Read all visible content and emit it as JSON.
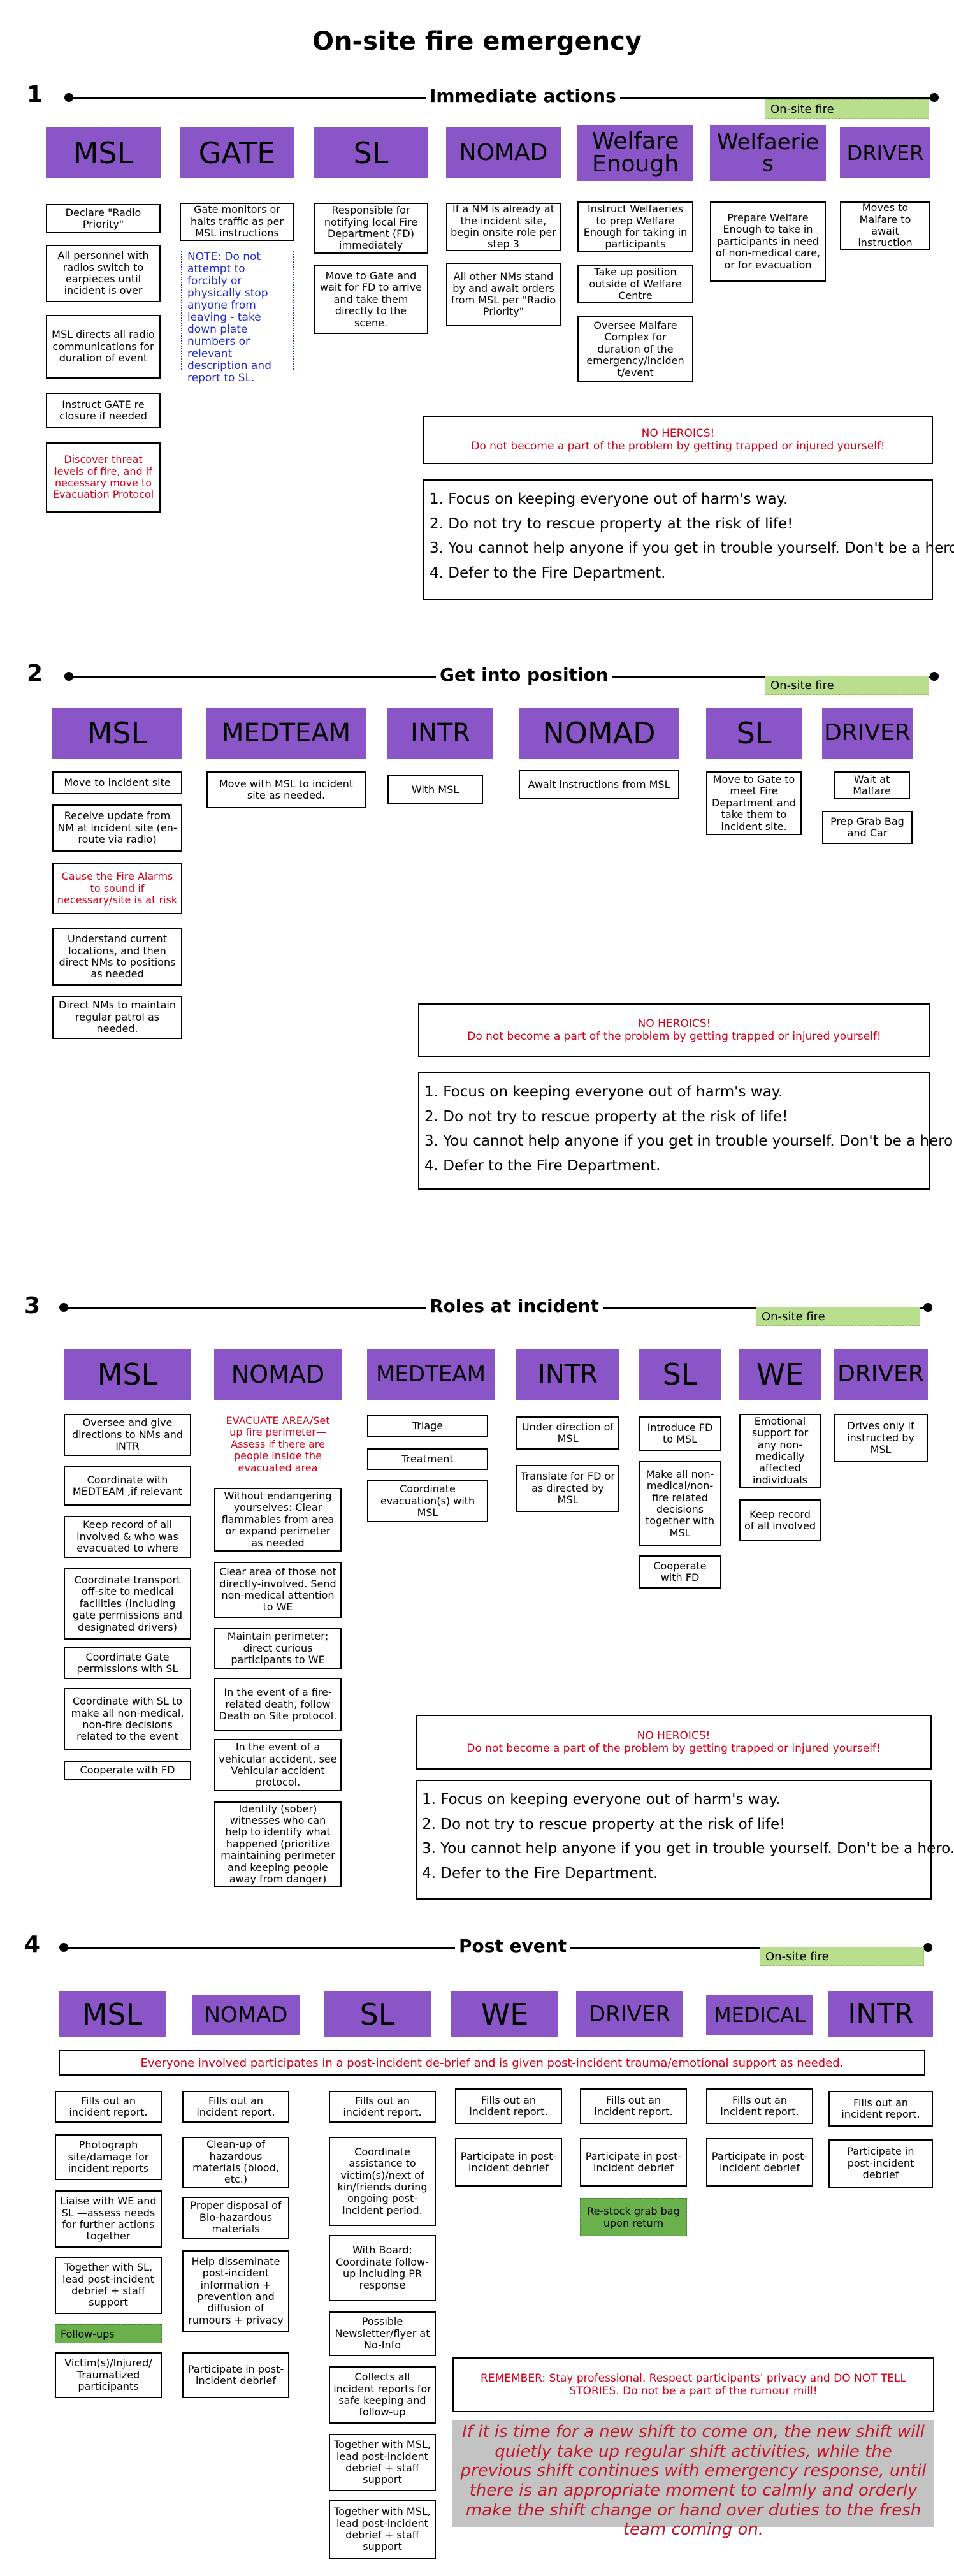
{
  "title": "On-site fire emergency",
  "tag": "On-site fire",
  "warning": {
    "title": "NO HEROICS!",
    "body": "Do not become a part of the problem by getting trapped or injured yourself!"
  },
  "rules": [
    "1. Focus on keeping everyone out of harm's way.",
    "2. Do not try to rescue property at the risk of life!",
    "3. You cannot help anyone if you get in trouble yourself. Don't be a hero.",
    "4. Defer to the Fire Department."
  ],
  "colors": {
    "role": "#8a55c6",
    "tag": "#b9df8e",
    "alert_text": "#d0021b",
    "note_text": "#1f2bd0",
    "greenbox": "#6ab04c",
    "shift_bg": "#c3c3c3"
  },
  "s1": {
    "num": "1",
    "heading": "Immediate actions",
    "roles": [
      "MSL",
      "GATE",
      "SL",
      "NOMAD",
      "Welfare Enough",
      "Welfaerie s",
      "DRIVER"
    ],
    "msl": [
      "Declare \"Radio Priority\"",
      "All personnel with radios switch to earpieces until incident is over",
      "MSL directs all radio communications for duration of event",
      "Instruct GATE re closure if needed",
      "Discover threat levels of fire, and if necessary move to Evacuation Protocol"
    ],
    "gate": [
      "Gate monitors or halts traffic as per MSL instructions"
    ],
    "gate_note": "NOTE: Do not attempt to forcibly or physically stop anyone from leaving - take down plate numbers or relevant description and report to SL.",
    "sl": [
      "Responsible for notifying local Fire Department (FD) immediately",
      "Move to Gate and wait for FD to arrive and take them directly to the scene."
    ],
    "nomad": [
      "If a NM is already at the incident site, begin onsite role per step 3",
      "All other NMs stand by and await orders from MSL per \"Radio Priority\""
    ],
    "welfare": [
      "Instruct Welfaeries to prep Welfare Enough for taking in participants",
      "Take up position outside of Welfare Centre",
      "Oversee Malfare Complex for duration of the emergency/inciden t/event"
    ],
    "welfaeries": [
      "Prepare Welfare Enough to take in participants in need of non-medical care, or for evacuation"
    ],
    "driver": [
      "Moves to Malfare to await instruction"
    ]
  },
  "s2": {
    "num": "2",
    "heading": "Get into position",
    "roles": [
      "MSL",
      "MEDTEAM",
      "INTR",
      "NOMAD",
      "SL",
      "DRIVER"
    ],
    "msl": [
      "Move to incident site",
      "Receive update from NM at incident site (en-route via radio)",
      "Cause the Fire Alarms to sound if necessary/site is at risk",
      "Understand current locations, and then direct NMs to positions as needed",
      "Direct NMs to maintain regular patrol as needed."
    ],
    "medteam": [
      "Move with MSL to incident site as needed."
    ],
    "intr": [
      "With MSL"
    ],
    "nomad": [
      "Await instructions from MSL"
    ],
    "sl": [
      "Move to Gate to meet Fire Department and take them to incident site."
    ],
    "driver": [
      "Wait at Malfare",
      "Prep Grab Bag and Car"
    ]
  },
  "s3": {
    "num": "3",
    "heading": "Roles at incident",
    "roles": [
      "MSL",
      "NOMAD",
      "MEDTEAM",
      "INTR",
      "SL",
      "WE",
      "DRIVER"
    ],
    "msl": [
      "Oversee and give directions to NMs and INTR",
      "Coordinate with MEDTEAM ,if relevant",
      "Keep record of all involved & who was evacuated to where",
      "Coordinate transport off-site to medical facilities (including gate permissions and designated drivers)",
      "Coordinate Gate permissions with SL",
      "Coordinate with SL to make all non-medical, non-fire decisions related to the event",
      "Cooperate with FD"
    ],
    "nomad": [
      "EVACUATE AREA/Set up fire perimeter— Assess if there are people inside the evacuated area",
      "Without endangering yourselves: Clear flammables from area or expand perimeter as needed",
      "Clear area of those not directly-involved. Send non-medical attention to WE",
      "Maintain perimeter; direct curious participants to WE",
      "In the event of a fire-related death, follow Death on Site protocol.",
      "In the event of a vehicular accident, see Vehicular accident protocol.",
      "Identify (sober) witnesses who can help to identify what happened (prioritize maintaining perimeter and keeping people away from danger)"
    ],
    "medteam": [
      "Triage",
      "Treatment",
      "Coordinate evacuation(s) with MSL"
    ],
    "intr": [
      "Under direction of MSL",
      "Translate for FD or as directed by MSL"
    ],
    "sl": [
      "Introduce FD to MSL",
      "Make all non-medical/non-fire related decisions together with MSL",
      "Cooperate with FD"
    ],
    "we": [
      "Emotional support for any non-medically affected individuals",
      "Keep record of all involved"
    ],
    "driver": [
      "Drives only if instructed by MSL"
    ]
  },
  "s4": {
    "num": "4",
    "heading": "Post event",
    "roles": [
      "MSL",
      "NOMAD",
      "SL",
      "WE",
      "DRIVER",
      "MEDICAL",
      "INTR"
    ],
    "banner": "Everyone involved participates in a post-incident de-brief and is given post-incident trauma/emotional support as needed.",
    "msl": [
      "Fills out an incident report.",
      "Photograph site/damage for incident reports",
      "Liaise with WE and SL —assess needs for further actions together",
      "Together with SL, lead post-incident debrief + staff support"
    ],
    "followups": "Follow-ups",
    "msl_after": [
      "Victim(s)/Injured/ Traumatized participants"
    ],
    "nomad": [
      "Fills out an incident report.",
      "Clean-up of hazardous materials (blood, etc.)",
      "Proper disposal of Bio-hazardous materials",
      "Help disseminate post-incident information + prevention and diffusion of rumours + privacy",
      "Participate in post-incident debrief"
    ],
    "sl": [
      "Fills out an incident report.",
      "Coordinate assistance to victim(s)/next of kin/friends during ongoing post-incident period.",
      "With Board: Coordinate follow-up including PR response",
      "Possible Newsletter/flyer at No-Info",
      "Collects all incident reports for safe keeping and follow-up",
      "Together with MSL, lead post-incident debrief + staff support",
      "Together with MSL, lead post-incident debrief + staff support"
    ],
    "we": [
      "Fills out an incident report.",
      "Participate in post-incident debrief"
    ],
    "driver": [
      "Fills out an incident report.",
      "Participate in post-incident debrief"
    ],
    "restock": "Re-stock grab bag upon return",
    "medical": [
      "Fills out an incident report.",
      "Participate in post-incident debrief"
    ],
    "intr": [
      "Fills out an incident report.",
      "Participate in post-incident debrief"
    ],
    "remember": "REMEMBER: Stay professional. Respect participants' privacy and DO NOT TELL STORIES. Do not be a part of the rumour mill!",
    "shift": "If it is time for a new shift to come on, the new shift will quietly take up regular shift activities, while the previous shift continues with emergency response, until there is an appropriate moment to calmly and orderly make the shift change or hand over duties to the fresh team coming on."
  }
}
